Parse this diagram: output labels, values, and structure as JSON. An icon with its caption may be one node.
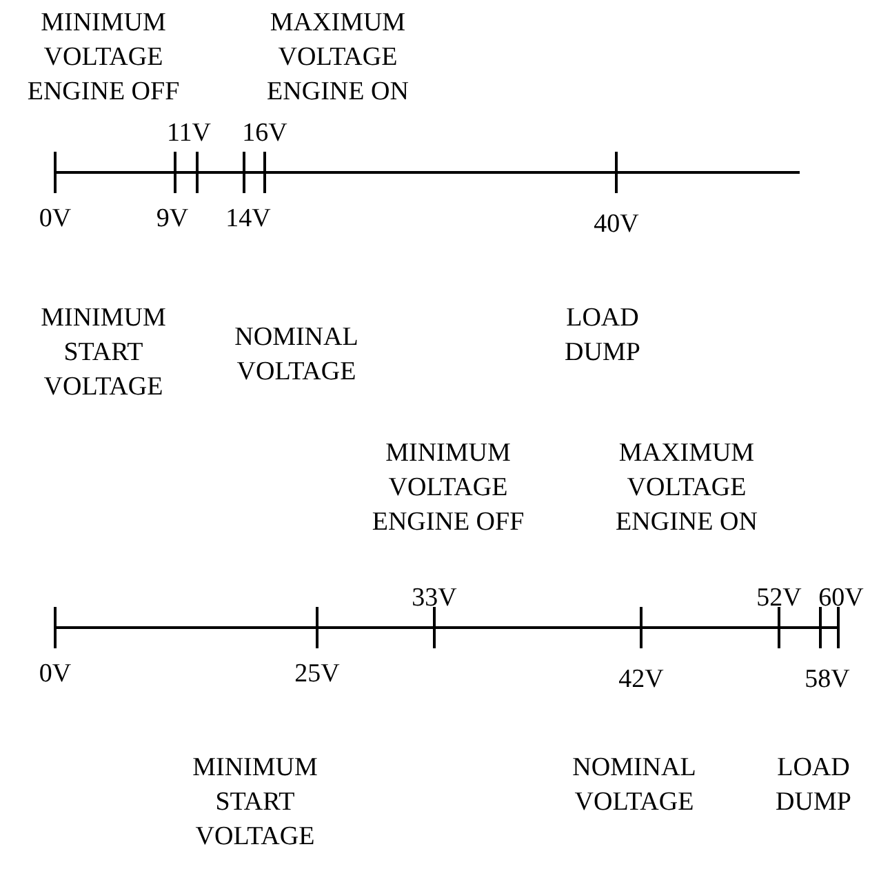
{
  "diagram": {
    "labels": [
      "MINIMUM VOLTAGE ENGINE OFF",
      "MAXIMUM VOLTAGE ENGINE ON",
      "11V",
      "16V",
      "0V",
      "9V",
      "14V",
      "40V",
      "MINIMUM START VOLTAGE",
      "NOMINAL VOLTAGE",
      "LOAD DUMP",
      "MINIMUM VOLTAGE ENGINE OFF",
      "MAXIMUM VOLTAGE ENGINE ON",
      "33V",
      "52V",
      "60V",
      "0V",
      "25V",
      "42V",
      "58V",
      "MINIMUM START VOLTAGE",
      "NOMINAL VOLTAGE",
      "LOAD DUMP"
    ]
  }
}
